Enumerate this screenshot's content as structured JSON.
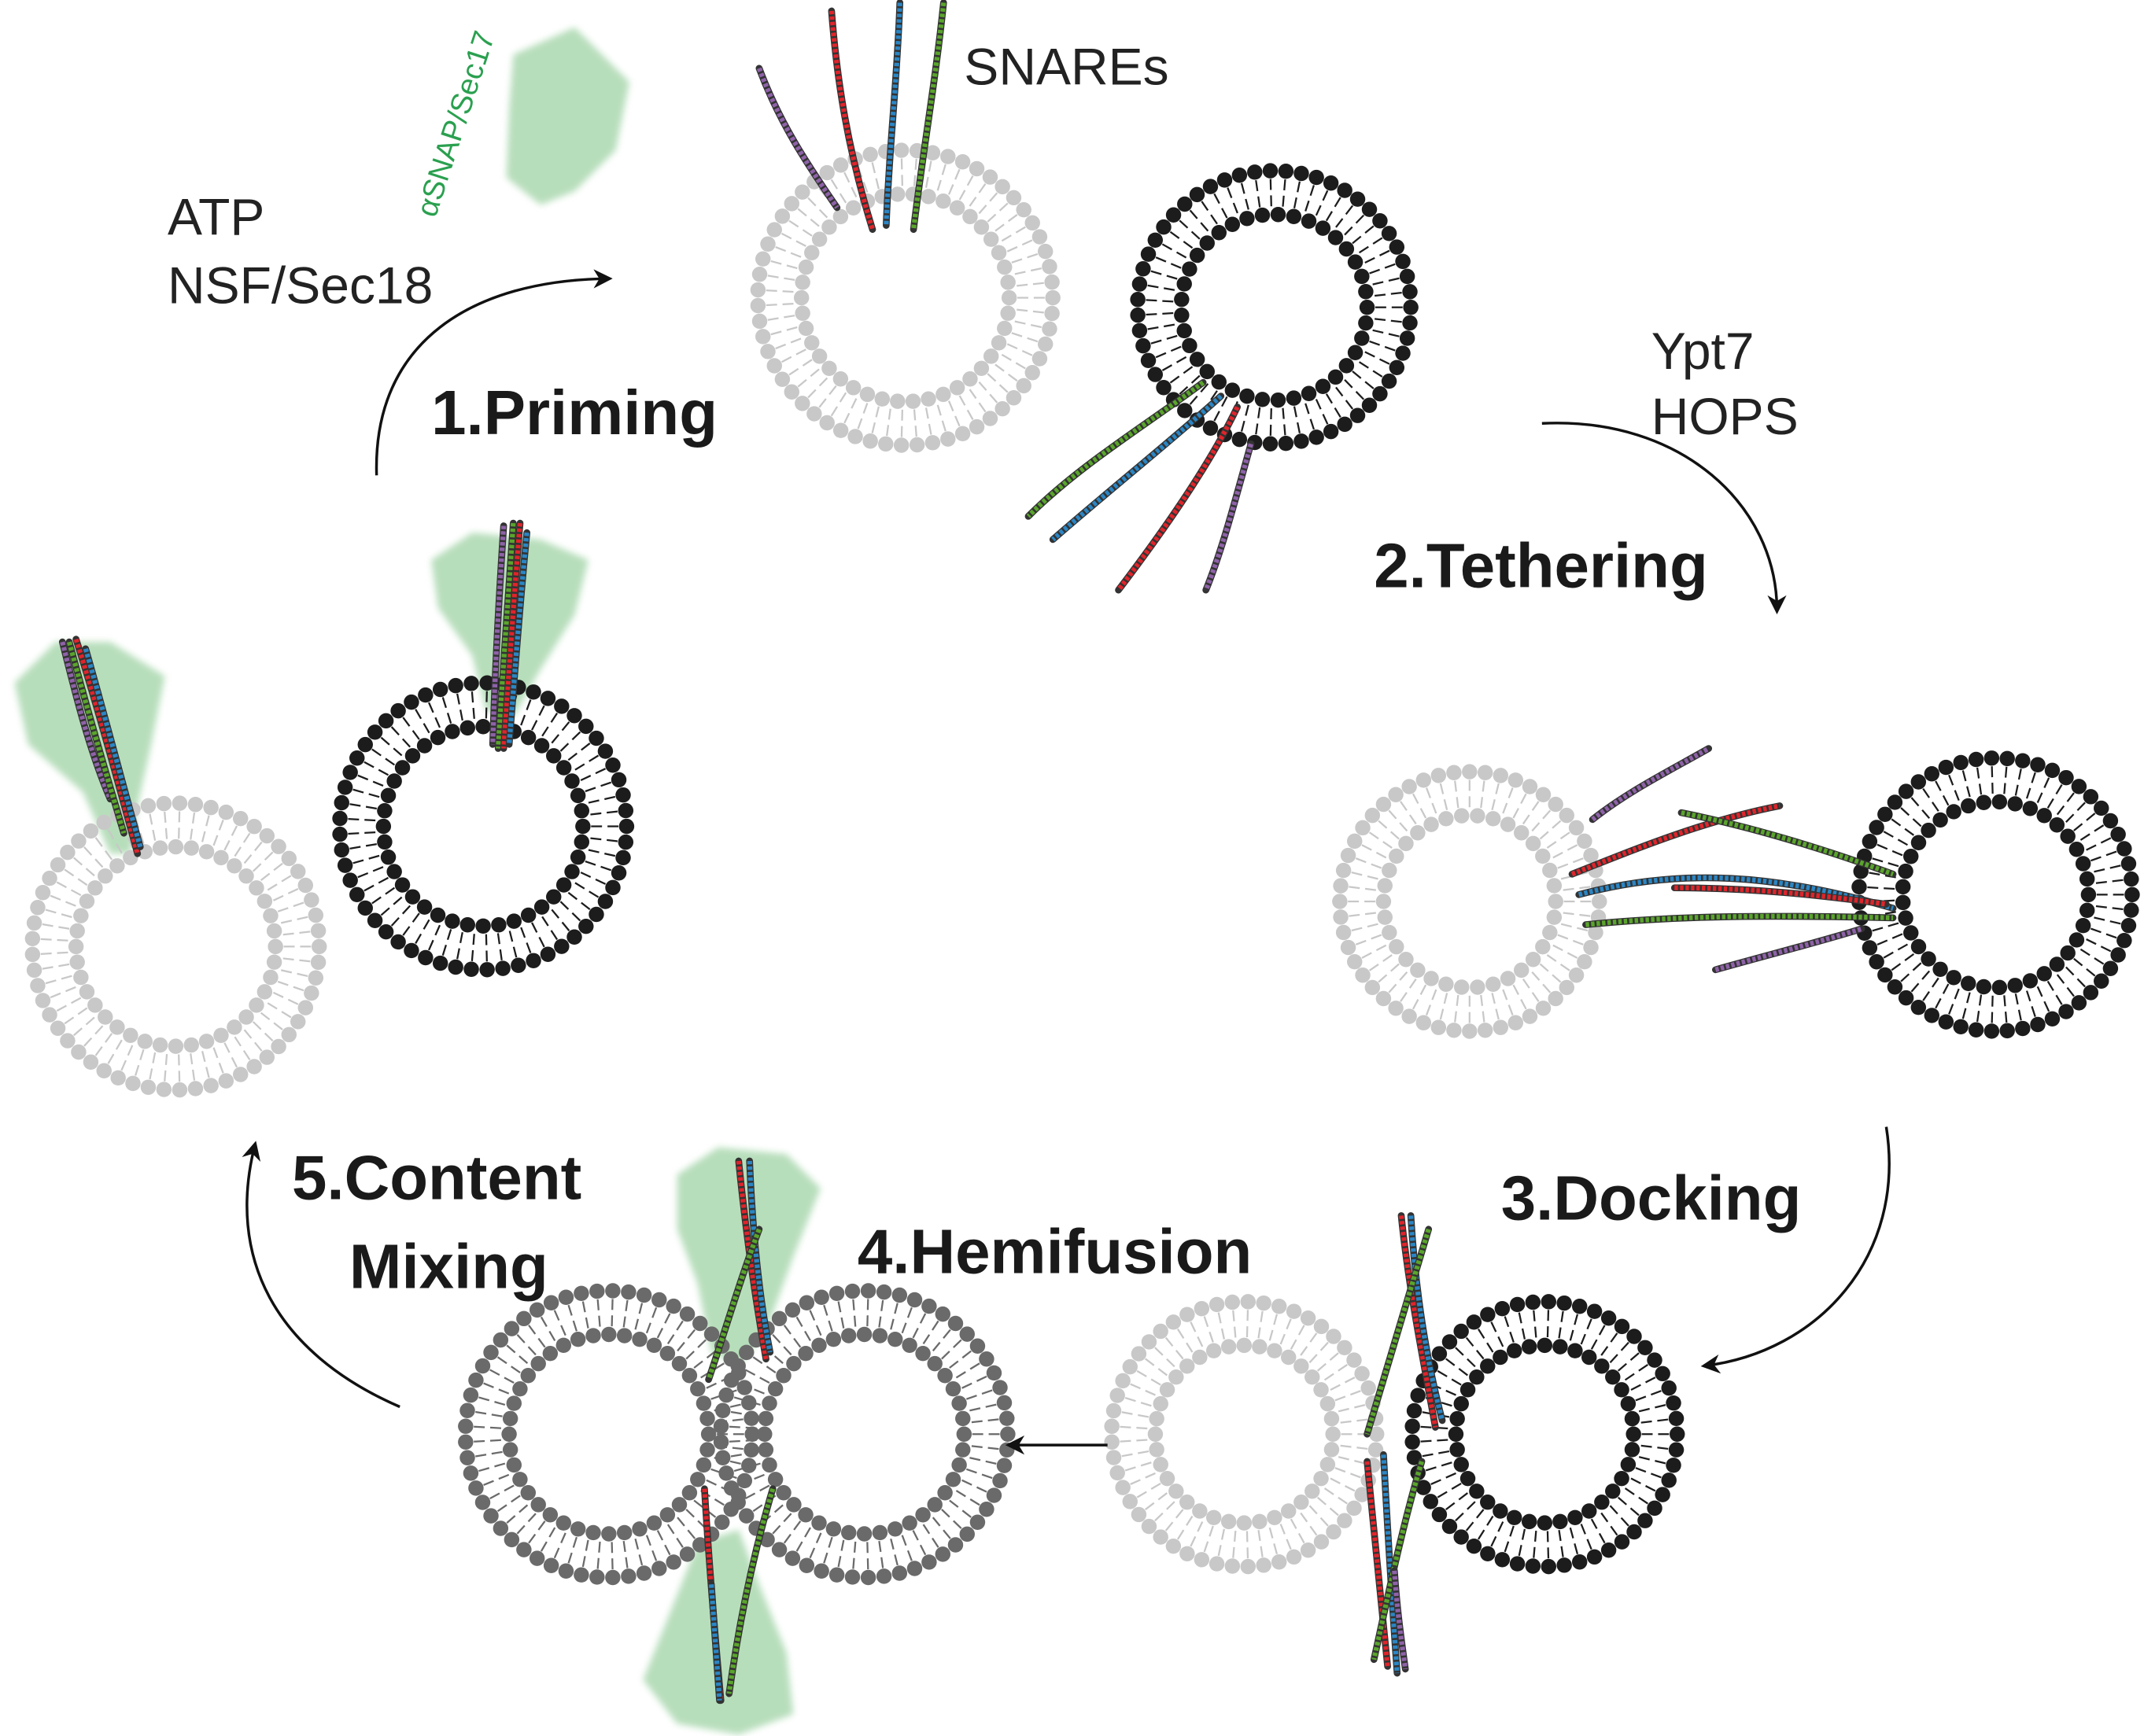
{
  "labels": {
    "sec17": "αSNAP/Sec17",
    "atp": "ATP",
    "nsf": "NSF/Sec18",
    "snares": "SNAREs",
    "ypt7": "Ypt7",
    "hops": "HOPS"
  },
  "steps": {
    "priming": "1.Priming",
    "tethering": "2.Tethering",
    "docking": "3.Docking",
    "hemifusion": "4.Hemifusion",
    "content_line1": "5.Content",
    "content_line2": "Mixing"
  },
  "colors": {
    "light_membrane": "#c8c8c8",
    "dark_membrane": "#1c1c1c",
    "hemifused_membrane": "#6a6a6a",
    "snare_red": "#e0242b",
    "snare_blue": "#2b86c4",
    "snare_green": "#5aa52c",
    "snare_purple": "#8e62a8",
    "sec17_green": "#2aa04f",
    "protein_fill": "#9fd3a4"
  }
}
